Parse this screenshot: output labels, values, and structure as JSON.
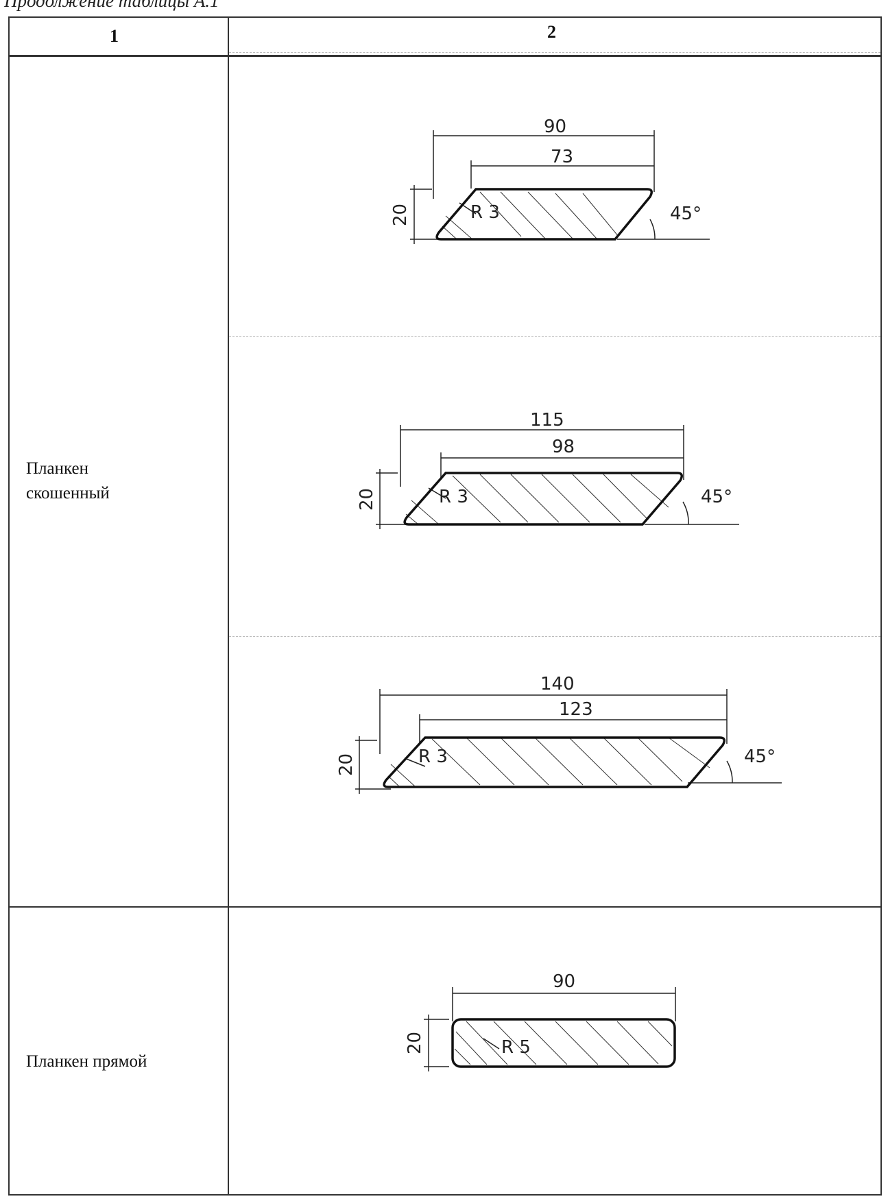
{
  "caption": "Продолжение таблицы А.1",
  "table": {
    "headers": [
      "1",
      "2"
    ],
    "rows": [
      {
        "label": "Планкен скошенный",
        "drawings": [
          {
            "overall": "90",
            "top": "73",
            "height": "20",
            "radius": "R 3",
            "angle": "45°"
          },
          {
            "overall": "115",
            "top": "98",
            "height": "20",
            "radius": "R 3",
            "angle": "45°"
          },
          {
            "overall": "140",
            "top": "123",
            "height": "20",
            "radius": "R 3",
            "angle": "45°"
          }
        ]
      },
      {
        "label": "Планкен прямой",
        "drawings": [
          {
            "overall": "90",
            "height": "20",
            "radius": "R 5"
          }
        ]
      }
    ]
  }
}
